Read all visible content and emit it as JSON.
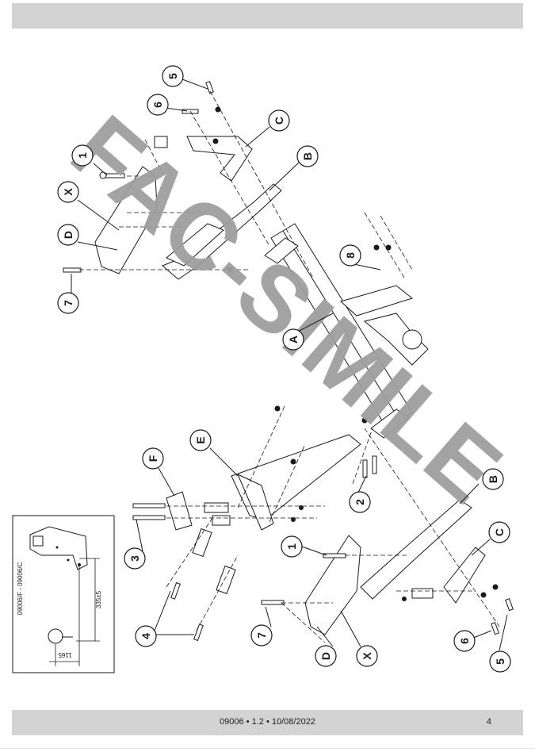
{
  "footer": {
    "doc_info": "09006 • 1.2 • 10/08/2022",
    "page_number": "4"
  },
  "watermark": "FAC-SIMILE",
  "inset": {
    "model_code": "09006/F - 09006/C",
    "dim_height": "335±5",
    "dim_width": "1165"
  },
  "callouts": {
    "c5_top": "5",
    "c6_top": "6",
    "c_top": "C",
    "c1_top": "1",
    "b_top": "B",
    "x_left": "X",
    "d_left": "D",
    "c7_left": "7",
    "c8": "8",
    "a_main": "A",
    "e": "E",
    "f": "F",
    "c3": "3",
    "c2": "2",
    "c4": "4",
    "b_right": "B",
    "c_right": "C",
    "c1_right": "1",
    "c7_right": "7",
    "c6_right": "6",
    "d_right": "D",
    "x_right": "X",
    "c5_right": "5"
  },
  "colors": {
    "bar": "#d3d3d3",
    "watermark": "#9e9e9e",
    "line": "#1a1a1a"
  }
}
